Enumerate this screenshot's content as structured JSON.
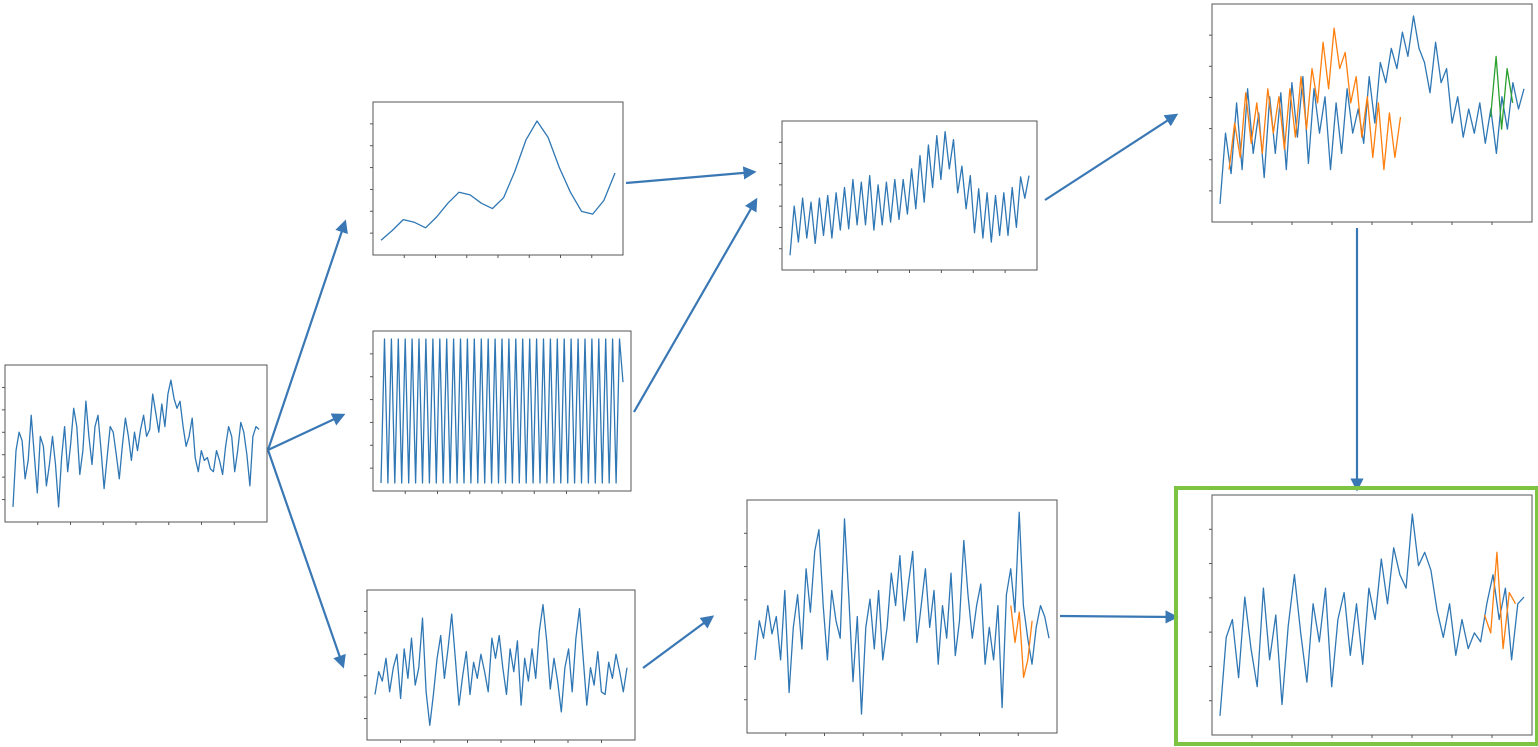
{
  "colors": {
    "series_blue": "#2f77b4",
    "series_orange": "#ff7f0e",
    "series_green": "#2ca02c",
    "arrow": "#3a78b5",
    "highlight": "#7dc443",
    "frame": "#555555"
  },
  "panels": [
    {
      "id": "input-series",
      "series": [
        {
          "color": "blue",
          "values": [
            0.05,
            0.45,
            0.58,
            0.52,
            0.25,
            0.38,
            0.7,
            0.42,
            0.15,
            0.55,
            0.48,
            0.2,
            0.35,
            0.55,
            0.35,
            0.05,
            0.4,
            0.62,
            0.3,
            0.5,
            0.75,
            0.62,
            0.28,
            0.45,
            0.8,
            0.55,
            0.35,
            0.62,
            0.7,
            0.45,
            0.18,
            0.4,
            0.62,
            0.58,
            0.42,
            0.25,
            0.48,
            0.68,
            0.55,
            0.38,
            0.58,
            0.45,
            0.6,
            0.7,
            0.55,
            0.6,
            0.85,
            0.72,
            0.58,
            0.78,
            0.62,
            0.85,
            0.95,
            0.82,
            0.75,
            0.8,
            0.62,
            0.48,
            0.55,
            0.68,
            0.4,
            0.3,
            0.45,
            0.38,
            0.4,
            0.32,
            0.3,
            0.45,
            0.38,
            0.28,
            0.48,
            0.62,
            0.55,
            0.3,
            0.45,
            0.65,
            0.58,
            0.42,
            0.2,
            0.55,
            0.62,
            0.6
          ]
        }
      ]
    },
    {
      "id": "trend-component",
      "series": [
        {
          "color": "blue",
          "values": [
            0.05,
            0.12,
            0.2,
            0.18,
            0.14,
            0.22,
            0.32,
            0.4,
            0.38,
            0.32,
            0.28,
            0.36,
            0.55,
            0.78,
            0.92,
            0.8,
            0.58,
            0.4,
            0.26,
            0.24,
            0.34,
            0.54
          ]
        }
      ]
    },
    {
      "id": "seasonal-component",
      "series": [
        {
          "color": "blue",
          "values": [
            0.0,
            1.0,
            0.0,
            1.0,
            0.0,
            1.0,
            0.0,
            1.0,
            0.0,
            1.0,
            0.0,
            1.0,
            0.0,
            1.0,
            0.0,
            1.0,
            0.0,
            1.0,
            0.0,
            1.0,
            0.0,
            1.0,
            0.0,
            1.0,
            0.0,
            1.0,
            0.0,
            1.0,
            0.0,
            1.0,
            0.0,
            1.0,
            0.0,
            1.0,
            0.0,
            1.0,
            0.0,
            1.0,
            0.0,
            1.0,
            0.0,
            1.0,
            0.0,
            1.0,
            0.0,
            1.0,
            0.0,
            1.0,
            0.0,
            1.0,
            0.0,
            1.0,
            0.0,
            1.0,
            0.0,
            1.0,
            0.0,
            1.0,
            0.0,
            1.0,
            0.0,
            1.0,
            0.0,
            1.0,
            0.0,
            1.0,
            0.0,
            1.0,
            0.0,
            1.0,
            0.7
          ]
        }
      ]
    },
    {
      "id": "residual-component",
      "series": [
        {
          "color": "blue",
          "values": [
            0.28,
            0.45,
            0.38,
            0.55,
            0.3,
            0.48,
            0.58,
            0.25,
            0.62,
            0.4,
            0.7,
            0.35,
            0.48,
            0.85,
            0.3,
            0.05,
            0.28,
            0.55,
            0.72,
            0.4,
            0.62,
            0.88,
            0.55,
            0.2,
            0.42,
            0.6,
            0.28,
            0.52,
            0.4,
            0.58,
            0.45,
            0.3,
            0.7,
            0.55,
            0.72,
            0.48,
            0.28,
            0.62,
            0.45,
            0.68,
            0.2,
            0.55,
            0.38,
            0.62,
            0.4,
            0.75,
            0.95,
            0.68,
            0.32,
            0.55,
            0.38,
            0.15,
            0.48,
            0.62,
            0.3,
            0.7,
            0.92,
            0.55,
            0.2,
            0.48,
            0.35,
            0.6,
            0.3,
            0.28,
            0.52,
            0.4,
            0.58,
            0.45,
            0.3,
            0.48
          ]
        }
      ]
    },
    {
      "id": "trend-plus-seasonal",
      "series": [
        {
          "color": "blue",
          "values": [
            0.05,
            0.42,
            0.15,
            0.48,
            0.18,
            0.45,
            0.14,
            0.48,
            0.2,
            0.5,
            0.18,
            0.52,
            0.24,
            0.56,
            0.25,
            0.62,
            0.28,
            0.6,
            0.28,
            0.65,
            0.24,
            0.58,
            0.28,
            0.6,
            0.3,
            0.62,
            0.32,
            0.62,
            0.36,
            0.7,
            0.4,
            0.8,
            0.45,
            0.88,
            0.56,
            0.95,
            0.62,
            0.98,
            0.7,
            0.92,
            0.52,
            0.72,
            0.4,
            0.65,
            0.22,
            0.55,
            0.18,
            0.52,
            0.15,
            0.5,
            0.2,
            0.52,
            0.2,
            0.56,
            0.26,
            0.64,
            0.48,
            0.65
          ]
        }
      ]
    },
    {
      "id": "residual-forecast",
      "series": [
        {
          "color": "blue",
          "values": [
            0.3,
            0.48,
            0.4,
            0.55,
            0.42,
            0.5,
            0.3,
            0.62,
            0.15,
            0.45,
            0.6,
            0.35,
            0.72,
            0.52,
            0.8,
            0.9,
            0.55,
            0.3,
            0.62,
            0.48,
            0.4,
            0.95,
            0.6,
            0.2,
            0.5,
            0.05,
            0.45,
            0.58,
            0.35,
            0.62,
            0.3,
            0.45,
            0.7,
            0.55,
            0.78,
            0.48,
            0.65,
            0.8,
            0.38,
            0.55,
            0.72,
            0.45,
            0.62,
            0.28,
            0.55,
            0.4,
            0.7,
            0.32,
            0.48,
            0.85,
            0.6,
            0.4,
            0.55,
            0.65,
            0.28,
            0.45,
            0.3,
            0.55,
            0.08,
            0.6,
            0.72,
            0.52,
            0.98,
            0.55,
            0.4,
            0.28,
            0.45,
            0.55,
            0.5,
            0.4
          ]
        },
        {
          "color": "orange",
          "x_start": 0.87,
          "values": [
            0.55,
            0.38,
            0.52,
            0.22,
            0.3,
            0.48
          ]
        }
      ]
    },
    {
      "id": "trend-seasonal-forecast",
      "series": [
        {
          "color": "blue",
          "values": [
            0.05,
            0.4,
            0.2,
            0.55,
            0.22,
            0.62,
            0.3,
            0.5,
            0.18,
            0.58,
            0.3,
            0.6,
            0.22,
            0.65,
            0.38,
            0.68,
            0.25,
            0.62,
            0.4,
            0.58,
            0.22,
            0.55,
            0.3,
            0.62,
            0.4,
            0.52,
            0.35,
            0.68,
            0.45,
            0.75,
            0.65,
            0.82,
            0.72,
            0.9,
            0.78,
            0.98,
            0.82,
            0.75,
            0.6,
            0.85,
            0.65,
            0.72,
            0.45,
            0.58,
            0.38,
            0.52,
            0.4,
            0.55,
            0.35,
            0.52,
            0.3,
            0.58,
            0.42,
            0.65,
            0.52,
            0.62
          ]
        },
        {
          "color": "orange",
          "x_start": 0.03,
          "values": [
            0.22,
            0.45,
            0.28,
            0.6,
            0.35,
            0.55,
            0.3,
            0.62,
            0.4,
            0.58,
            0.32,
            0.62,
            0.38,
            0.68,
            0.42,
            0.72,
            0.55,
            0.85,
            0.62,
            0.92,
            0.72,
            0.8,
            0.55,
            0.68,
            0.38,
            0.58,
            0.28,
            0.55,
            0.22,
            0.5,
            0.28,
            0.48
          ]
        },
        {
          "color": "green",
          "x_start": 0.89,
          "values": [
            0.48,
            0.78,
            0.42,
            0.72,
            0.55
          ]
        }
      ]
    },
    {
      "id": "final-forecast",
      "series": [
        {
          "color": "blue",
          "values": [
            0.05,
            0.4,
            0.48,
            0.22,
            0.58,
            0.35,
            0.18,
            0.62,
            0.3,
            0.5,
            0.1,
            0.45,
            0.68,
            0.42,
            0.2,
            0.55,
            0.38,
            0.62,
            0.18,
            0.48,
            0.6,
            0.32,
            0.55,
            0.28,
            0.62,
            0.48,
            0.75,
            0.55,
            0.8,
            0.68,
            0.62,
            0.95,
            0.72,
            0.78,
            0.7,
            0.52,
            0.4,
            0.55,
            0.32,
            0.48,
            0.35,
            0.42,
            0.38,
            0.55,
            0.68,
            0.48,
            0.62,
            0.3,
            0.55,
            0.58
          ]
        },
        {
          "color": "orange",
          "x_start": 0.87,
          "values": [
            0.5,
            0.42,
            0.78,
            0.35,
            0.6,
            0.55
          ]
        }
      ]
    }
  ]
}
